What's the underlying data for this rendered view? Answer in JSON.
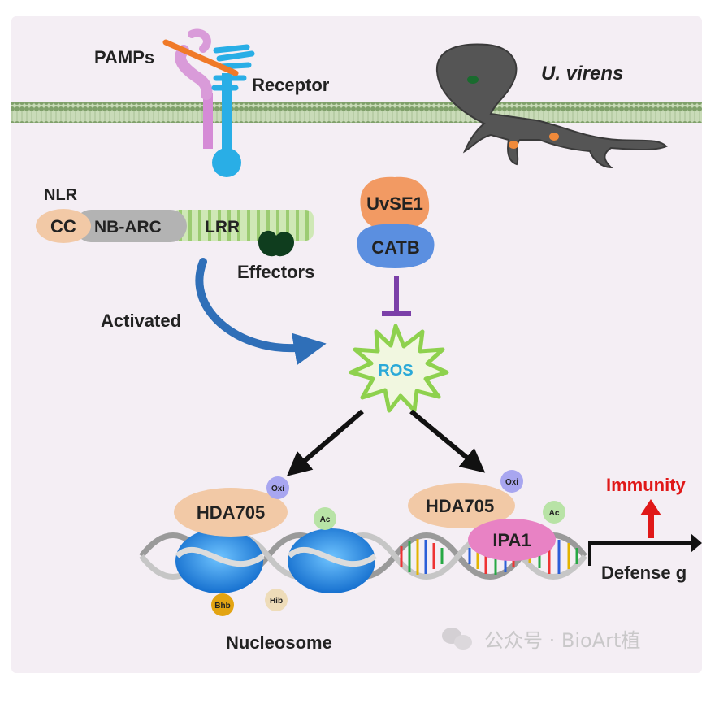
{
  "labels": {
    "pamps": "PAMPs",
    "receptor": "Receptor",
    "organism": "U. virens",
    "nlr": "NLR",
    "cc": "CC",
    "nbarc": "NB-ARC",
    "lrr": "LRR",
    "effectors": "Effectors",
    "activated": "Activated",
    "uvse1": "UvSE1",
    "catb": "CATB",
    "ros": "ROS",
    "hda_left": "HDA705",
    "hda_right": "HDA705",
    "oxi_left": "Oxi",
    "oxi_right": "Oxi",
    "ac_left": "Ac",
    "ac_right": "Ac",
    "ipa1": "IPA1",
    "bhb": "Bhb",
    "hib": "Hib",
    "nucleosome": "Nucleosome",
    "immunity": "Immunity",
    "defense": "Defense g",
    "watermark": "公众号 · BioArt植"
  },
  "colors": {
    "background": "#f4eef4",
    "membrane": "#8aa877",
    "receptor": "#29aee6",
    "pamp_chain": "#d99bd9",
    "pamp_stick": "#f07a28",
    "fungus": "#555555",
    "cc": "#f2c9a6",
    "nbarc": "#b3b3b3",
    "lrr": "#b9db96",
    "effector": "#0f3d1e",
    "uvse1": "#f29a63",
    "catb": "#5b8fe0",
    "inhibit": "#7b3fa8",
    "ros_fill": "#f1f7e0",
    "ros_edge": "#8ed14e",
    "ros_text": "#2aa9d8",
    "hda": "#f2c9a6",
    "ipa1": "#e882c4",
    "nucleosome": "#1f8fe6",
    "immunity": "#e01818"
  }
}
